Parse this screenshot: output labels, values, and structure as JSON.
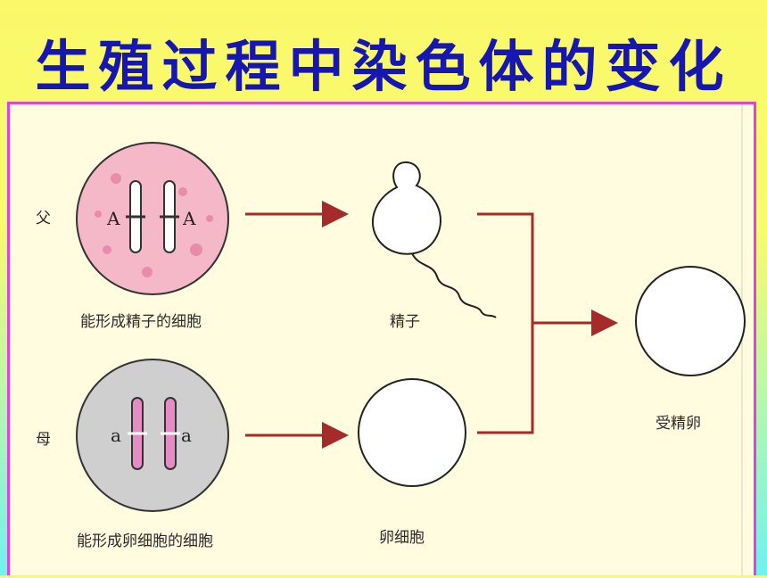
{
  "title": "生殖过程中染色体的变化",
  "labels": {
    "father": "父",
    "mother": "母",
    "sperm_cell_source": "能形成精子的细胞",
    "egg_cell_source": "能形成卵细胞的细胞",
    "sperm": "精子",
    "egg": "卵细胞",
    "fertilized_egg": "受精卵"
  },
  "genes": {
    "father_left": "A",
    "father_right": "A",
    "mother_left": "a",
    "mother_right": "a"
  },
  "colors": {
    "title": "#1616b0",
    "frame_border": "#e53fe0",
    "arrow": "#a52a2a",
    "father_cell": "#f4b8c8",
    "mother_cell": "#cfcfcf",
    "mother_chromosome": "#e58cc4"
  }
}
